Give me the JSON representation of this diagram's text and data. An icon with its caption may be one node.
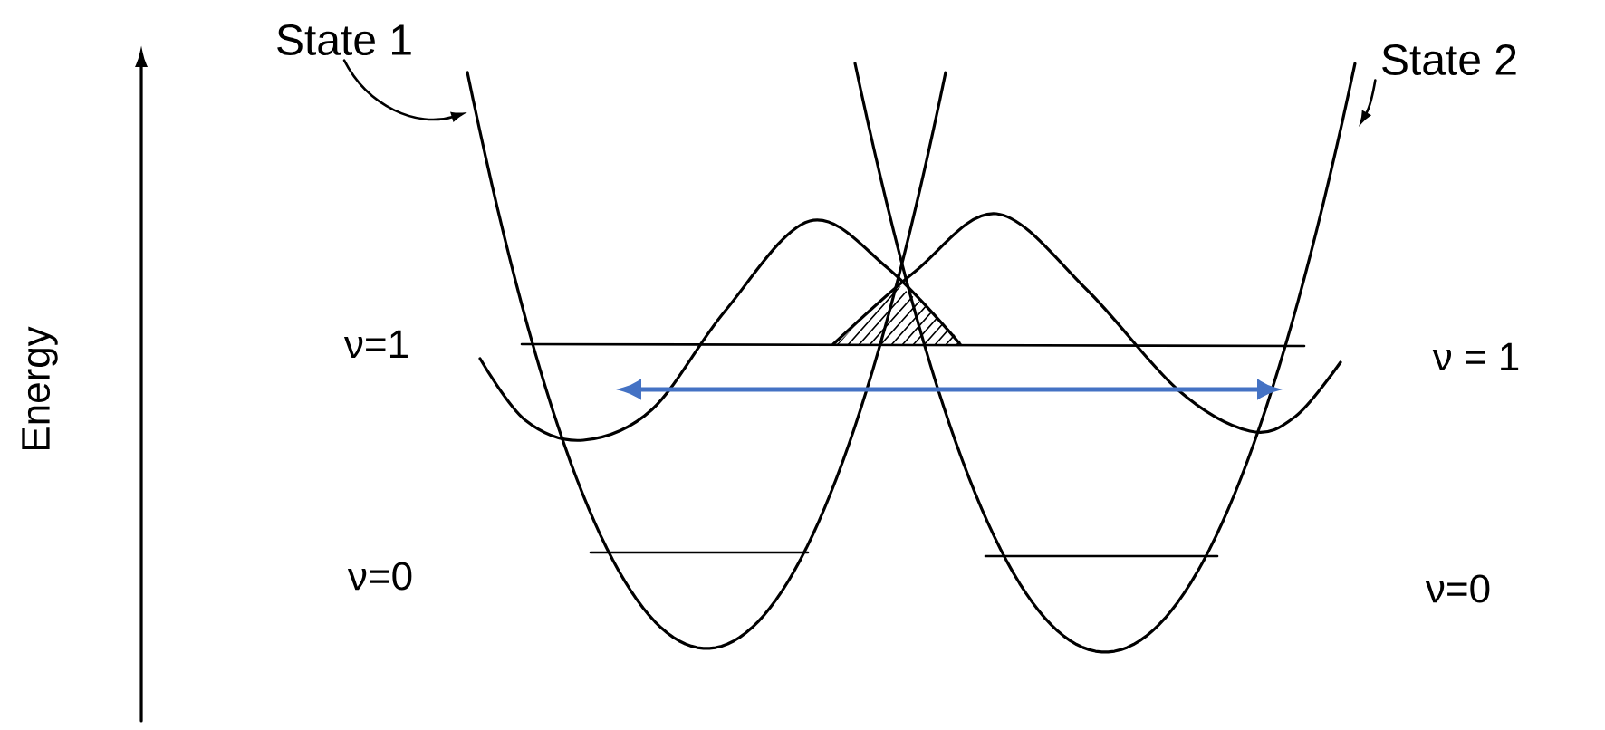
{
  "diagram": {
    "nodes": [
      {
        "text": [
          "State 1"
        ]
      },
      {
        "text": [
          "State 2"
        ]
      }
    ],
    "edges": [
      {
        "from": 0,
        "to": null,
        "arrow": "to"
      },
      {
        "from": 1,
        "to": null,
        "arrow": "to"
      }
    ],
    "labels": [
      "Energy",
      "ν=1",
      "ν = 1",
      "ν=0",
      "ν=0"
    ]
  }
}
